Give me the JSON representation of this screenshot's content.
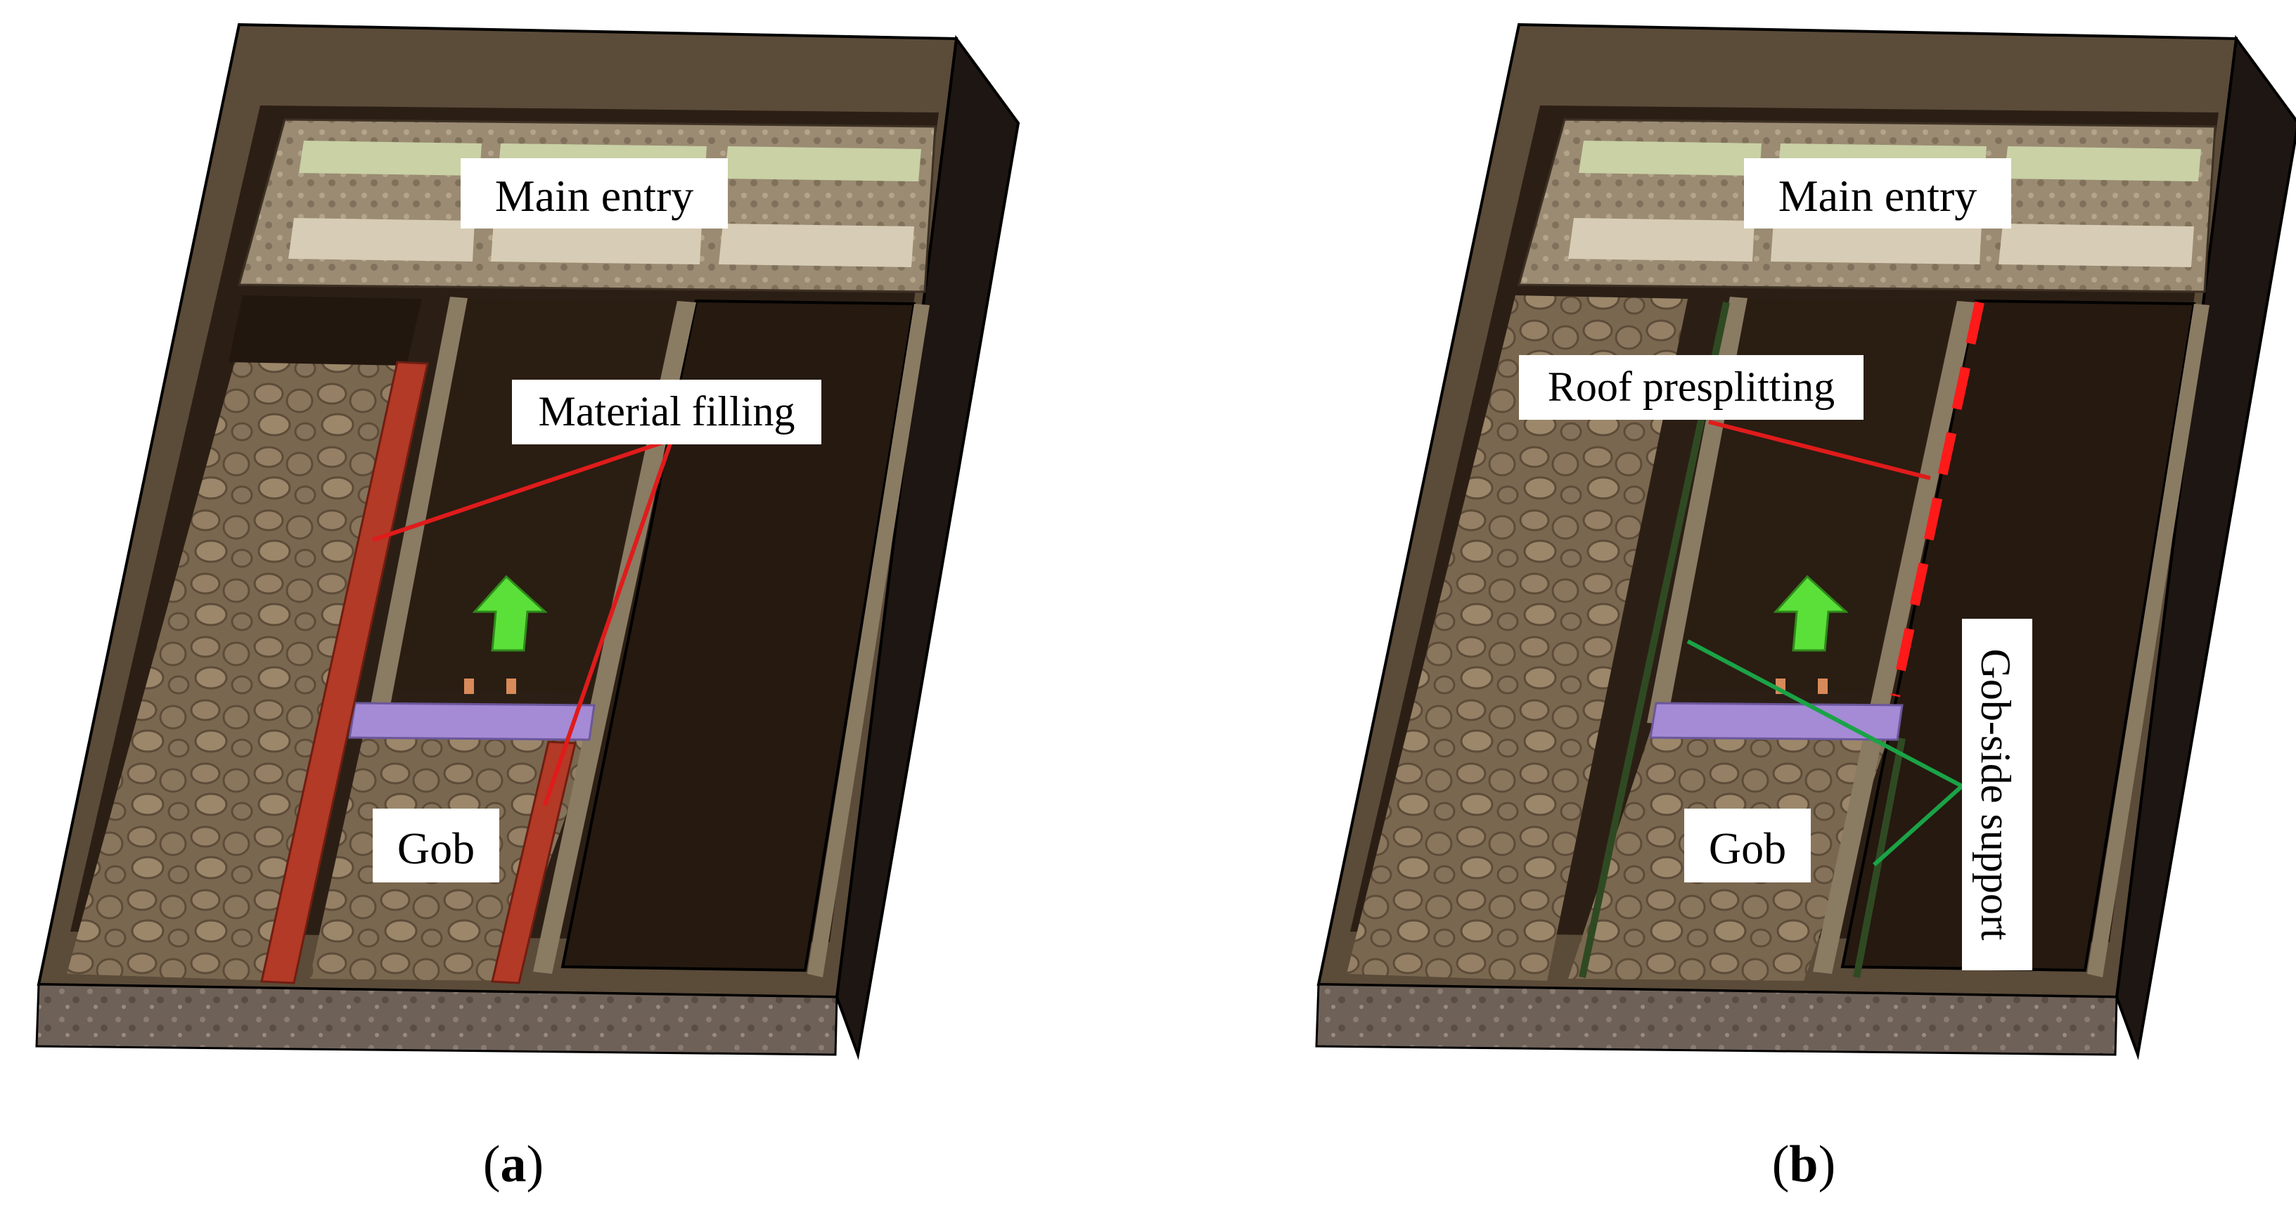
{
  "panels": [
    {
      "caption_open": "(",
      "caption_letter": "a",
      "caption_close": ")",
      "labels": {
        "main_entry": "Main entry",
        "material_filling": "Material filling",
        "gob": "Gob"
      }
    },
    {
      "caption_open": "(",
      "caption_letter": "b",
      "caption_close": ")",
      "labels": {
        "main_entry": "Main entry",
        "roof_presplitting": "Roof presplitting",
        "gob": "Gob",
        "gob_side_support": "Gob-side support"
      }
    }
  ],
  "colors": {
    "rock_dark": "#2a1d12",
    "rock_frame": "#5b4b39",
    "pillar": "#8a7b63",
    "gob_rubble": "#7d6a52",
    "filling": "#b23a26",
    "presplit": "#ff1a1a",
    "support_line": "#1aa346",
    "arrow": "#5be03a",
    "support_frame": "#a58ad6",
    "entry_light": "#c9d1a5"
  }
}
